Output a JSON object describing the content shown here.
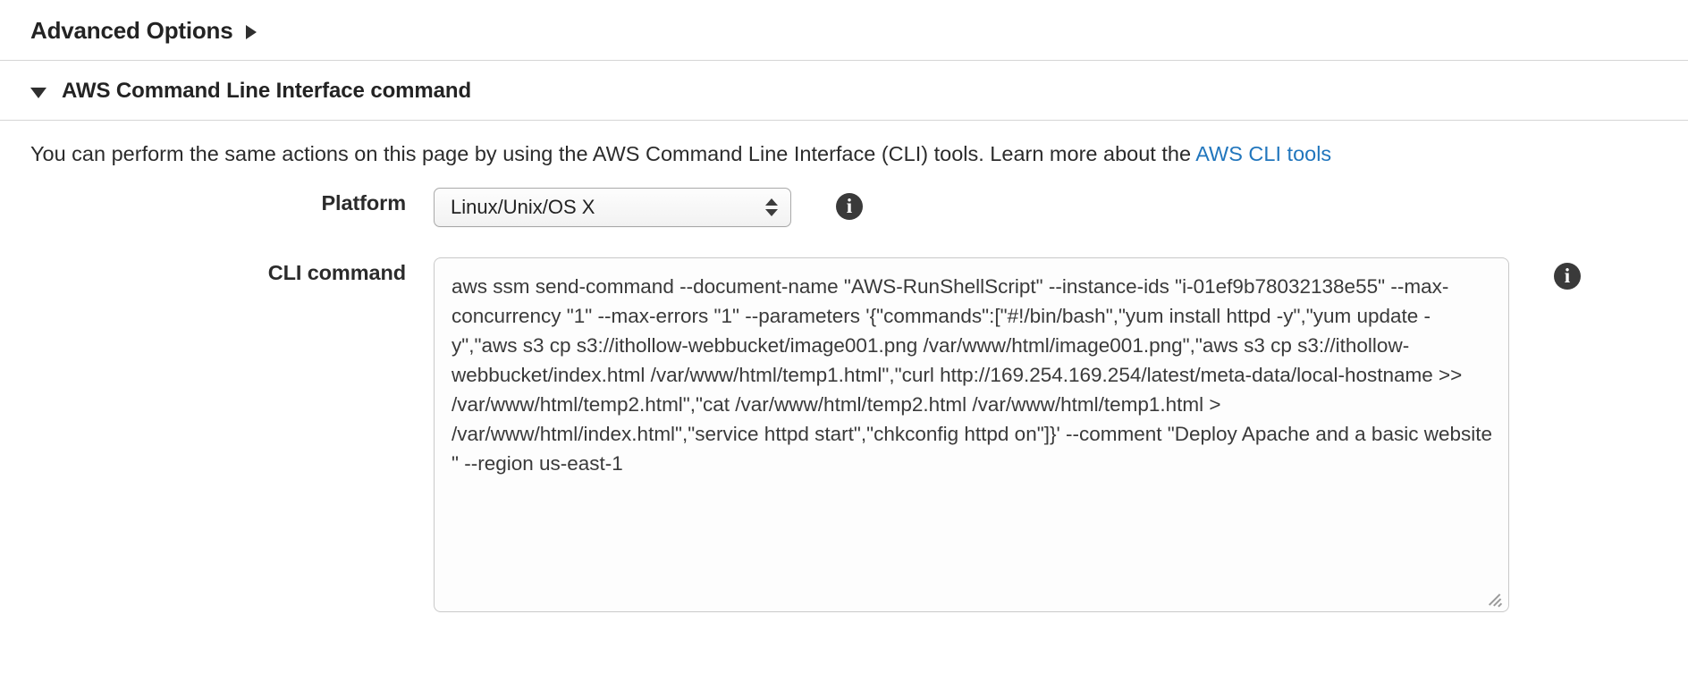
{
  "advanced_options": {
    "label": "Advanced Options",
    "toggle_icon": "triangle-right-icon",
    "expanded": false
  },
  "cli_section": {
    "title": "AWS Command Line Interface command",
    "toggle_icon": "triangle-down-icon",
    "expanded": true,
    "description_prefix": "You can perform the same actions on this page by using the AWS Command Line Interface (CLI) tools. Learn more about the",
    "description_link": "AWS CLI tools",
    "link_color": "#2176bd"
  },
  "platform": {
    "label": "Platform",
    "selected": "Linux/Unix/OS X",
    "options": [
      "Linux/Unix/OS X"
    ],
    "stepper_icon": "stepper-updown-icon",
    "info_icon": "info-icon",
    "info_glyph": "i"
  },
  "cli_command": {
    "label": "CLI command",
    "value": "aws ssm send-command --document-name \"AWS-RunShellScript\" --instance-ids \"i-01ef9b78032138e55\" --max-concurrency \"1\" --max-errors \"1\" --parameters '{\"commands\":[\"#!/bin/bash\",\"yum install httpd -y\",\"yum update -y\",\"aws s3 cp s3://ithollow-webbucket/image001.png /var/www/html/image001.png\",\"aws s3 cp s3://ithollow-webbucket/index.html /var/www/html/temp1.html\",\"curl http://169.254.169.254/latest/meta-data/local-hostname >> /var/www/html/temp2.html\",\"cat /var/www/html/temp2.html /var/www/html/temp1.html > /var/www/html/index.html\",\"service httpd start\",\"chkconfig httpd on\"]}' --comment \"Deploy Apache and a basic website\n\" --region us-east-1",
    "placeholder": "",
    "info_icon": "info-icon",
    "info_glyph": "i",
    "resize_handle_icon": "resize-grip-icon"
  }
}
